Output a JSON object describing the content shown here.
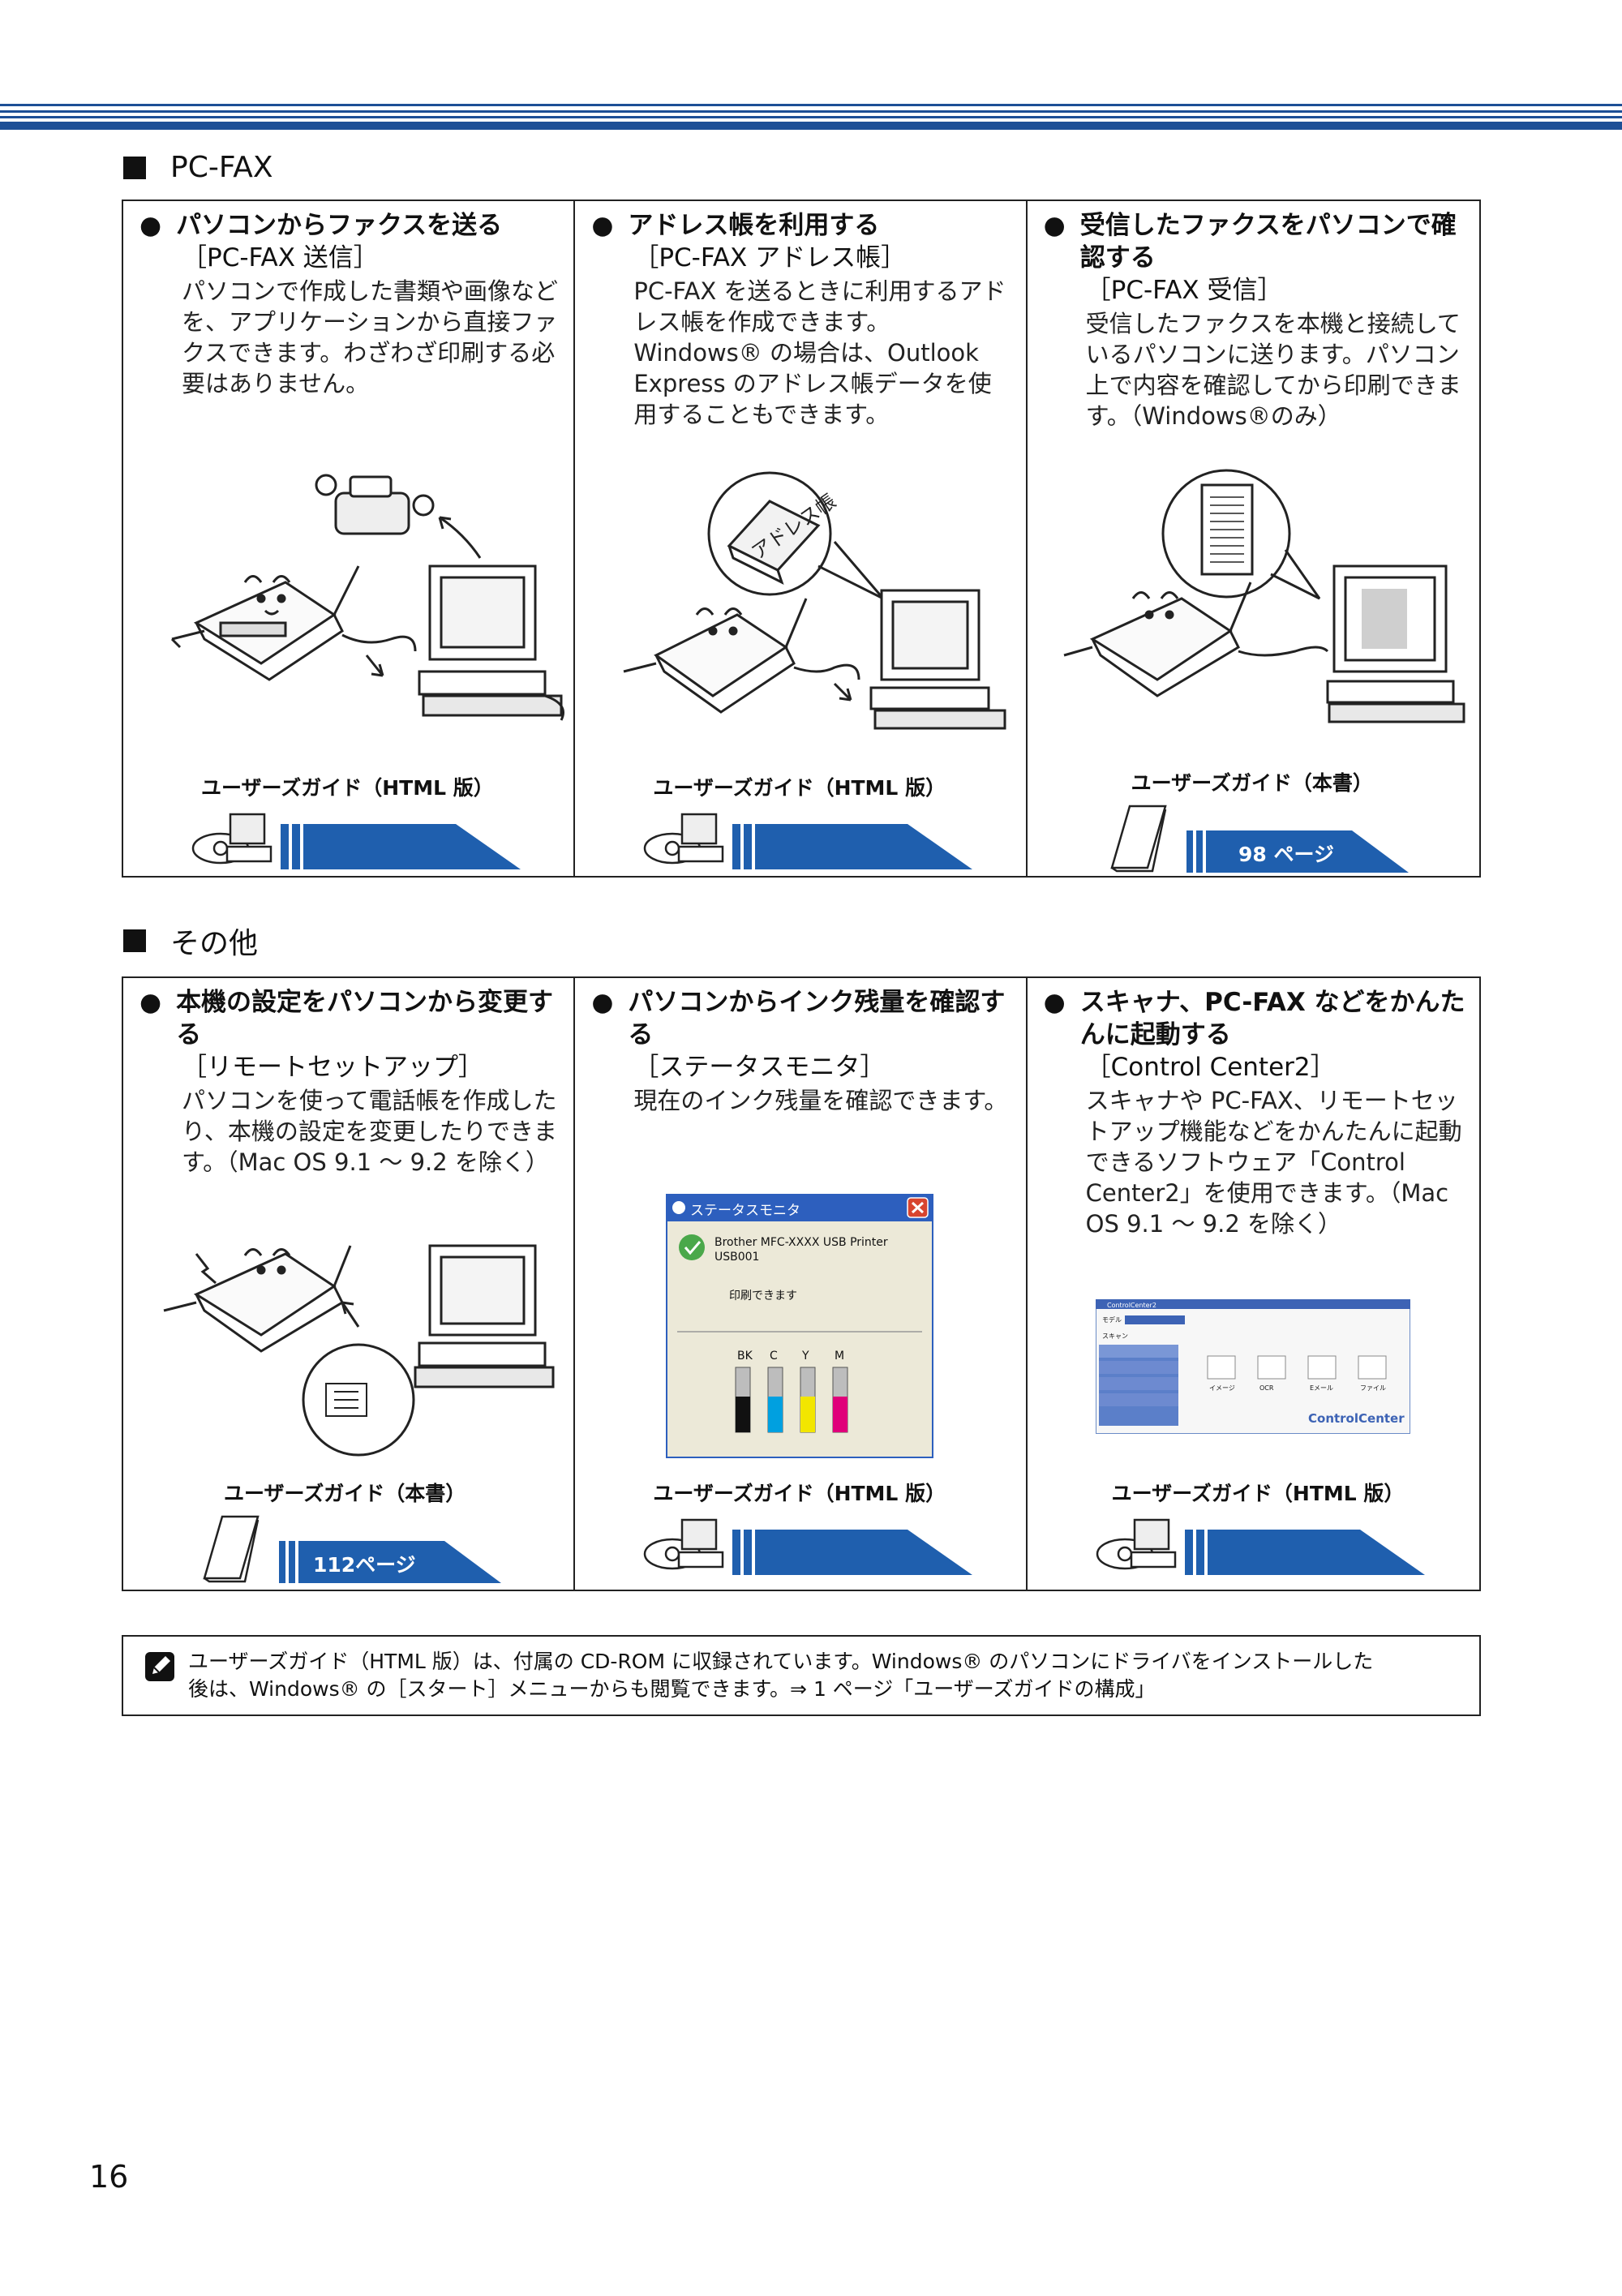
{
  "sections": [
    {
      "title": "PC-FAX",
      "cells": [
        {
          "bullet": "●",
          "title": "パソコンからファクスを送る",
          "sub": "［PC-FAX 送信］",
          "body": "パソコンで作成した書類や画像などを、アプリケーションから直接ファクスできます。わざわざ印刷する必要はありません。",
          "guide": "ユーザーズガイド（HTML 版）",
          "guide_type": "html",
          "illus_type": "fax-send"
        },
        {
          "bullet": "●",
          "title": "アドレス帳を利用する",
          "sub": "［PC-FAX アドレス帳］",
          "body": "PC-FAX を送るときに利用するアドレス帳を作成できます。Windows® の場合は、Outlook Express のアドレス帳データを使用することもできます。",
          "guide": "ユーザーズガイド（HTML 版）",
          "guide_type": "html",
          "illus_label": "アドレス帳",
          "illus_type": "address-book"
        },
        {
          "bullet": "●",
          "title": "受信したファクスをパソコンで確認する",
          "sub": "［PC-FAX 受信］",
          "body": "受信したファクスを本機と接続しているパソコンに送ります。パソコン上で内容を確認してから印刷できます。（Windows®のみ）",
          "guide": "ユーザーズガイド（本書）",
          "guide_type": "book",
          "page_label": "98 ページ",
          "illus_type": "fax-receive"
        }
      ]
    },
    {
      "title": "その他",
      "cells": [
        {
          "bullet": "●",
          "title": "本機の設定をパソコンから変更する",
          "sub": "［リモートセットアップ］",
          "body": "パソコンを使って電話帳を作成したり、本機の設定を変更したりできます。（Mac OS 9.1 〜 9.2 を除く）",
          "guide": "ユーザーズガイド（本書）",
          "guide_type": "book",
          "page_label": "112ページ",
          "illus_type": "remote-setup"
        },
        {
          "bullet": "●",
          "title": "パソコンからインク残量を確認する",
          "sub": "［ステータスモニタ］",
          "body": "現在のインク残量を確認できます。",
          "guide": "ユーザーズガイド（HTML 版）",
          "guide_type": "html",
          "illus_type": "status-monitor",
          "monitor": {
            "window_title": "ステータスモニタ",
            "printer_name": "Brother MFC-XXXX USB Printer",
            "port": "USB001",
            "status": "印刷できます",
            "inks": [
              {
                "label": "BK",
                "color": "#111111",
                "level": 0.55
              },
              {
                "label": "C",
                "color": "#00a0e0",
                "level": 0.55
              },
              {
                "label": "Y",
                "color": "#f2e600",
                "level": 0.55
              },
              {
                "label": "M",
                "color": "#e0007a",
                "level": 0.55
              }
            ]
          }
        },
        {
          "bullet": "●",
          "title": "スキャナ、PC-FAX などをかんたんに起動する",
          "sub": "［Control Center2］",
          "body": "スキャナや PC-FAX、リモートセットアップ機能などをかんたんに起動できるソフトウェア「Control Center2」を使用できます。（Mac OS 9.1 〜 9.2 を除く）",
          "guide": "ユーザーズガイド（HTML 版）",
          "guide_type": "html",
          "illus_type": "control-center",
          "cc": {
            "window_title": "ControlCenter2",
            "model_label": "モデル",
            "tab": "スキャン",
            "buttons": [
              "イメージ",
              "OCR",
              "Eメール",
              "ファイル"
            ],
            "brand": "ControlCenter"
          }
        }
      ]
    }
  ],
  "note": {
    "line1": "ユーザーズガイド（HTML 版）は、付属の CD-ROM に収録されています。Windows® のパソコンにドライバをインストールした",
    "line2": "後は、Windows® の［スタート］メニューからも閲覧できます。⇒ 1 ページ「ユーザーズガイドの構成」"
  },
  "page_number": "16",
  "colors": {
    "accent": "#1f5fae",
    "rule": "#1d4f96"
  }
}
